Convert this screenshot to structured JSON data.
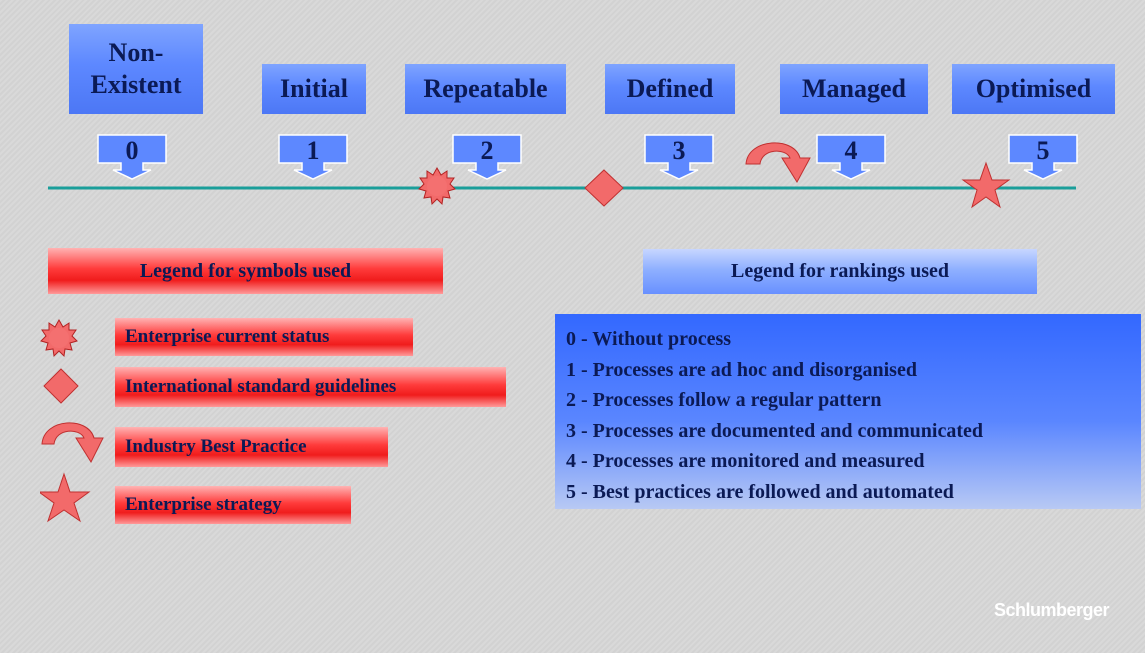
{
  "levels": [
    {
      "label": "Non-\nExistent",
      "number": "0"
    },
    {
      "label": "Initial",
      "number": "1"
    },
    {
      "label": "Repeatable",
      "number": "2"
    },
    {
      "label": "Defined",
      "number": "3"
    },
    {
      "label": "Managed",
      "number": "4"
    },
    {
      "label": "Optimised",
      "number": "5"
    }
  ],
  "symbols_legend": {
    "title": "Legend for symbols used",
    "items": [
      {
        "icon": "sunburst-icon",
        "label": "Enterprise current status"
      },
      {
        "icon": "diamond-icon",
        "label": "International standard guidelines"
      },
      {
        "icon": "curved-arrow-icon",
        "label": "Industry Best Practice"
      },
      {
        "icon": "star-icon",
        "label": "Enterprise strategy"
      }
    ]
  },
  "rankings_legend": {
    "title": "Legend for rankings used",
    "items": [
      "0 - Without process",
      "1 - Processes are ad hoc and disorganised",
      "2 - Processes follow a regular pattern",
      "3 - Processes are documented and communicated",
      "4 - Processes are monitored and measured",
      "5 - Best practices are followed and automated"
    ]
  },
  "brand": "Schlumberger",
  "colors": {
    "timeline": "#1a9e9a",
    "marker_fill": "#f26a6a",
    "box_blue": "#5d88ff",
    "text_navy": "#0b1a55",
    "bar_red": "#f01c1c"
  }
}
